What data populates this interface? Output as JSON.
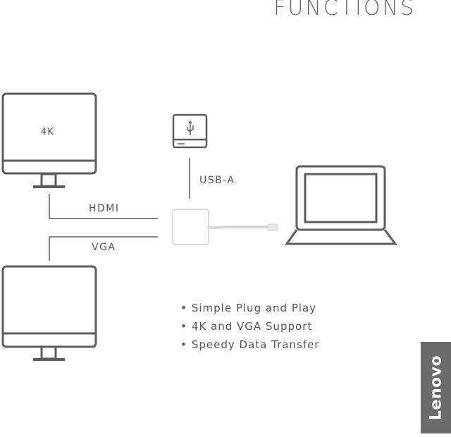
{
  "heading": "FUNCTIONS",
  "monitor_top_label": "4K",
  "ports": {
    "hdmi": "HDMI",
    "vga": "VGA",
    "usb": "USB-A"
  },
  "usb_symbol": "⭍",
  "features": [
    "Simple Plug and Play",
    "4K and VGA Support",
    "Speedy Data Transfer"
  ],
  "bullet": "•",
  "brand": "Lenovo",
  "colors": {
    "line": "#5d5d5d",
    "brand_box": "#6b6b6b",
    "adapter_stroke": "#cfcfcf"
  }
}
